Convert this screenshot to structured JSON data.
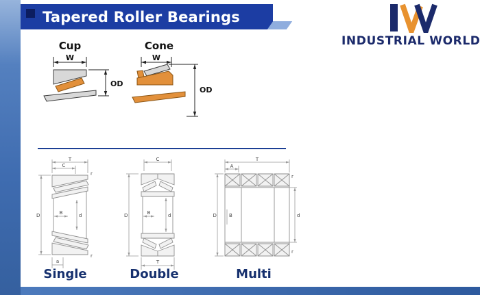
{
  "header": {
    "title": "Tapered Roller Bearings"
  },
  "logo": {
    "text": "INDUSTRIAL WORLD",
    "monogram": "IW"
  },
  "cup": {
    "title": "Cup",
    "w": "W",
    "od": "OD"
  },
  "cone": {
    "title": "Cone",
    "w": "W",
    "od": "OD"
  },
  "types": {
    "single": {
      "label": "Single",
      "dims": {
        "T": "T",
        "C": "C",
        "B": "B",
        "d": "d",
        "D": "D",
        "a": "a",
        "r": "r"
      }
    },
    "double": {
      "label": "Double",
      "dims": {
        "C": "C",
        "B": "B",
        "d": "d",
        "D": "D",
        "T": "T"
      }
    },
    "multi": {
      "label": "Multi",
      "dims": {
        "T": "T",
        "A": "A",
        "B": "B",
        "d": "d",
        "D": "D",
        "r": "r"
      }
    }
  },
  "colors": {
    "banner_blue": "#1c3da3",
    "strip_blue": "#4c7abc",
    "navy": "#1b2a6b",
    "orange": "#e2903b",
    "divider_blue": "#1c3f94"
  }
}
